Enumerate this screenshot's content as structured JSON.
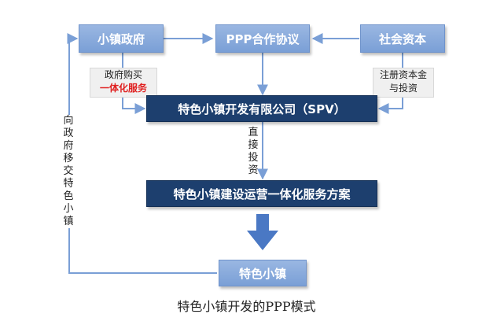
{
  "nodes": {
    "government": "小镇政府",
    "ppp_agreement": "PPP合作协议",
    "social_capital": "社会资本",
    "spv_company": "特色小镇开发有限公司（SPV）",
    "service_plan": "特色小镇建设运营一体化服务方案",
    "town": "特色小镇"
  },
  "edge_labels": {
    "gov_purchase_line1": "政府购买",
    "gov_purchase_line2": "一体化服务",
    "capital_line1": "注册资本金",
    "capital_line2": "与投资",
    "direct_investment": "直接投资",
    "handover": "向政府移交特色小镇"
  },
  "caption": "特色小镇开发的PPP模式",
  "colors": {
    "light_box": "#86a8dc",
    "dark_box": "#1d3f6e",
    "line": "#7a9fd6",
    "highlight": "#e02020"
  }
}
